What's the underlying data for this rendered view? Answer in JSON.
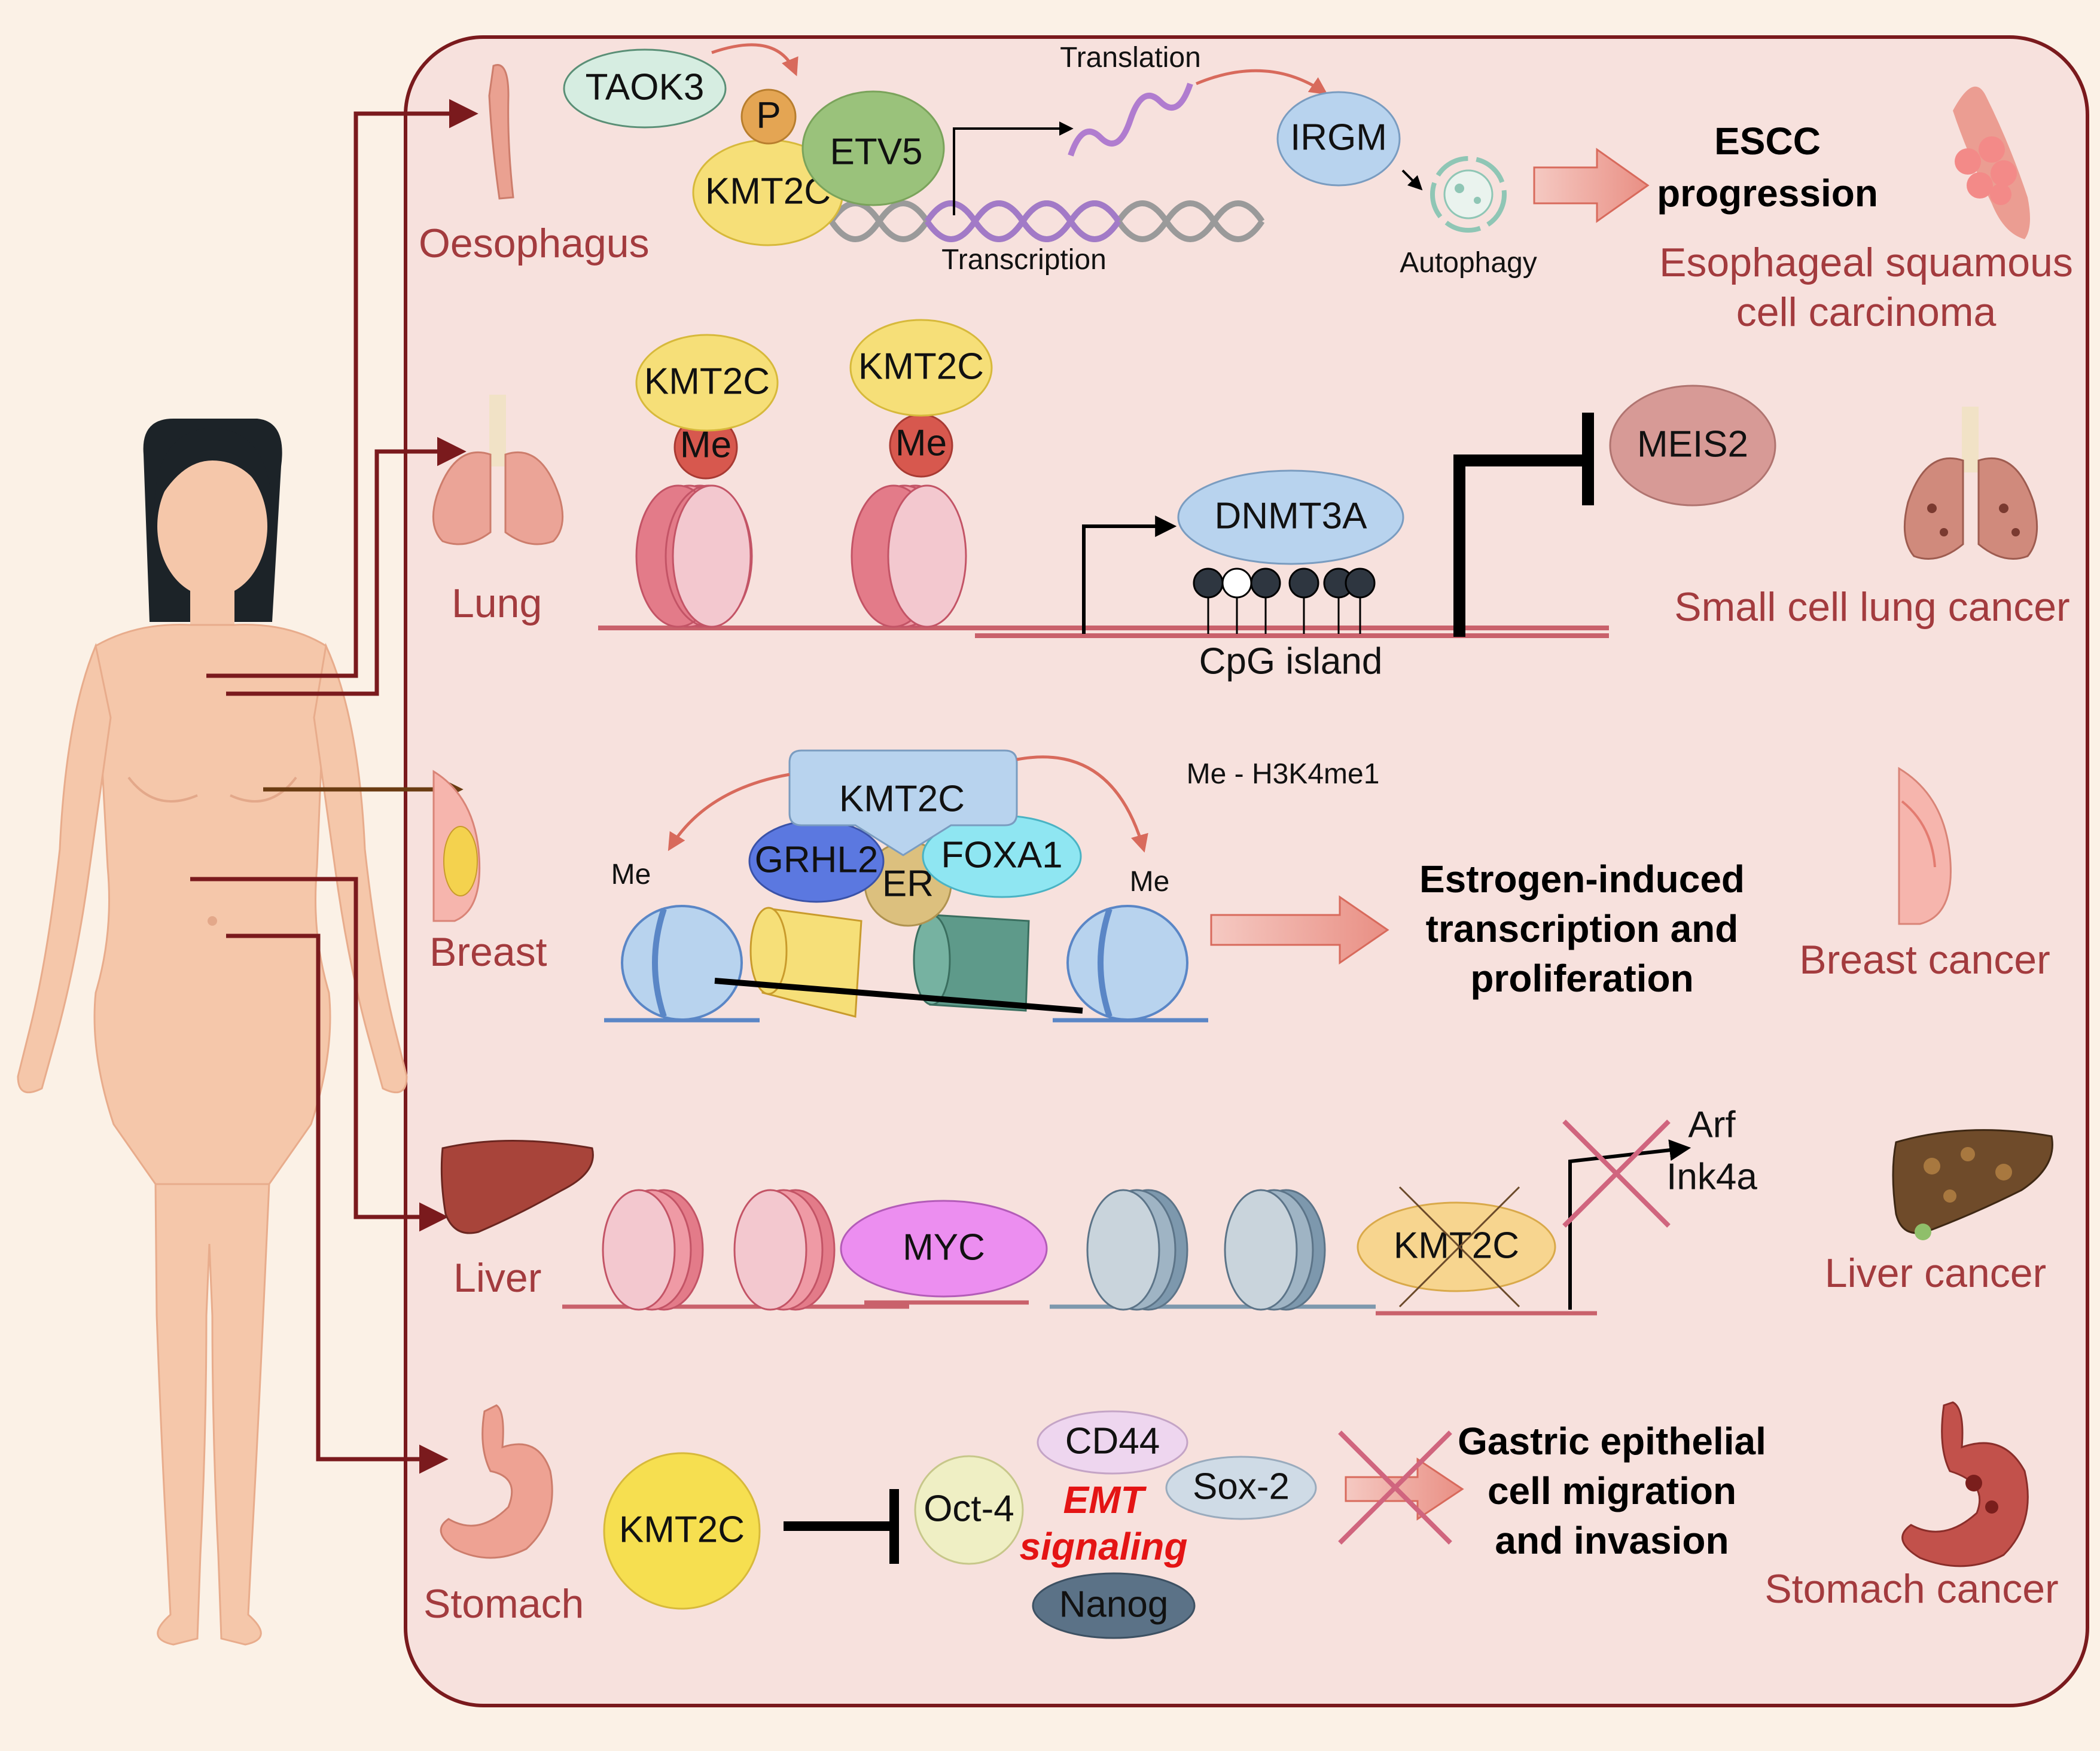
{
  "rows": {
    "oesophagus": {
      "organ": "Oesophagus",
      "cancer": [
        "Esophageal squamous",
        "cell carcinoma"
      ],
      "outcome": [
        "ESCC",
        "progression"
      ],
      "proteins": {
        "taok3": "TAOK3",
        "p": "P",
        "kmt2c": "KMT2C",
        "etv5": "ETV5",
        "irgm": "IRGM"
      },
      "labels": {
        "translation": "Translation",
        "transcription": "Transcription",
        "autophagy": "Autophagy"
      }
    },
    "lung": {
      "organ": "Lung",
      "cancer": "Small cell lung cancer",
      "proteins": {
        "kmt2c_1": "KMT2C",
        "me_1": "Me",
        "kmt2c_2": "KMT2C",
        "me_2": "Me",
        "dnmt3a": "DNMT3A",
        "meis2": "MEIS2"
      },
      "labels": {
        "cpg": "CpG island"
      }
    },
    "breast": {
      "organ": "Breast",
      "cancer": "Breast cancer",
      "outcome": [
        "Estrogen-induced",
        "transcription and",
        "proliferation"
      ],
      "proteins": {
        "kmt2c": "KMT2C",
        "grhl2": "GRHL2",
        "er": "ER",
        "foxa1": "FOXA1"
      },
      "labels": {
        "me_left": "Me",
        "me_right": "Me",
        "legend": "Me - H3K4me1"
      }
    },
    "liver": {
      "organ": "Liver",
      "cancer": "Liver cancer",
      "proteins": {
        "myc": "MYC",
        "kmt2c": "KMT2C"
      },
      "labels": {
        "arf": "Arf",
        "ink4a": "Ink4a"
      }
    },
    "stomach": {
      "organ": "Stomach",
      "cancer": "Stomach cancer",
      "outcome": [
        "Gastric epithelial",
        "cell migration",
        "and invasion"
      ],
      "proteins": {
        "kmt2c": "KMT2C",
        "oct4": "Oct-4",
        "cd44": "CD44",
        "sox2": "Sox-2",
        "nanog": "Nanog"
      },
      "labels": {
        "emt_1": "EMT",
        "emt_2": "signaling"
      }
    }
  },
  "colors": {
    "background": "#fbf1e6",
    "panel": "#f7e1dd",
    "panel_border": "#7a1a1d",
    "organ_text": "#a33b3e",
    "emt_text": "#e41414",
    "kmt2c": "#f6df78",
    "arrow": "#d86a5c"
  }
}
